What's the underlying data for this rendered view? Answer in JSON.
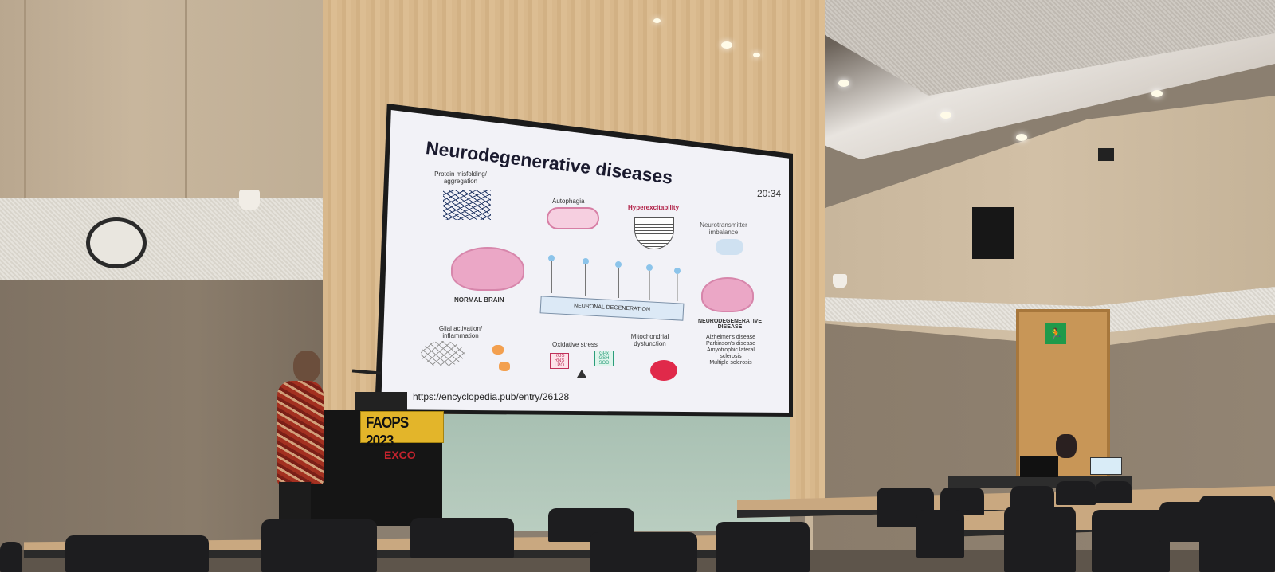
{
  "slide": {
    "title": "Neurodegenerative diseases",
    "clock": "20:34",
    "labels": {
      "protein": "Protein misfolding/ aggregation",
      "autophagia": "Autophagia",
      "hyperexcitability": "Hyperexcitability",
      "neurotransmitter": "Neurotransmitter imbalance",
      "normal_brain": "NORMAL BRAIN",
      "neuronal_degeneration": "NEURONAL DEGENERATION",
      "neurodegenerative_disease": "NEURODEGENERATIVE DISEASE",
      "glial": "Glial activation/ inflammation",
      "oxidative": "Oxidative stress",
      "mitochondrial": "Mitochondrial dysfunction",
      "ros_box": "ROS RNS LPO",
      "gpx_box": "GPx GSH SOD"
    },
    "diseases": [
      "Alzheimer's disease",
      "Parkinson's disease",
      "Amyotrophic lateral sclerosis",
      "Multiple sclerosis"
    ],
    "source_url": "https://encyclopedia.pub/entry/26128"
  },
  "podium": {
    "sign": "FAOPS 2023",
    "logo": "EXCO"
  },
  "exit_sign": "exit-sign-icon",
  "colors": {
    "wood": "#d8b88c",
    "sign_yellow": "#e3b52a",
    "exco_red": "#c3232d"
  }
}
